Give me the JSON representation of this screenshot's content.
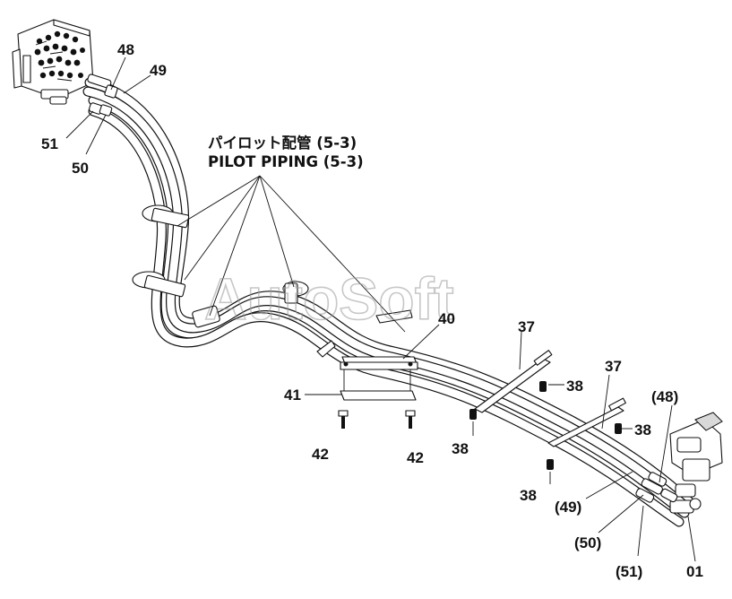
{
  "note": {
    "line1": "パイロット配管 (5-3)",
    "line2": "PILOT PIPING (5-3)"
  },
  "watermark": "AutoSoft",
  "labels": {
    "p48": "48",
    "p49": "49",
    "p50": "50",
    "p51": "51",
    "p40": "40",
    "p41": "41",
    "p42a": "42",
    "p42b": "42",
    "p37a": "37",
    "p37b": "37",
    "p38a": "38",
    "p38b": "38",
    "p38c": "38",
    "p38d": "38",
    "p48p": "(48)",
    "p49p": "(49)",
    "p50p": "(50)",
    "p51p": "(51)",
    "p01": "01"
  }
}
